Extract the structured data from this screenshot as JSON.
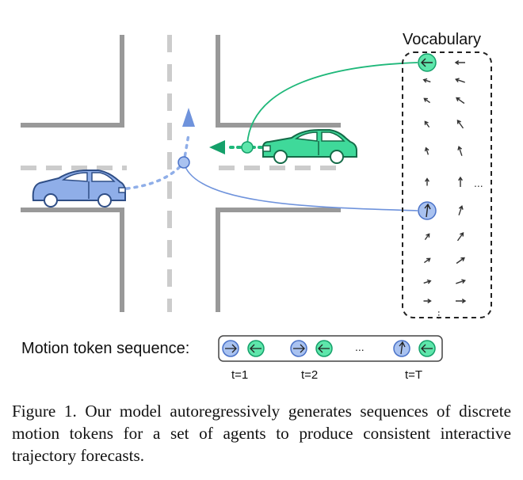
{
  "figure": {
    "vocabulary_label": "Vocabulary",
    "vocabulary_ellipsis": "...",
    "sequence_label": "Motion token sequence:",
    "sequence_ellipsis": "...",
    "time_labels": [
      "t=1",
      "t=2",
      "t=T"
    ]
  },
  "caption": "Figure 1. Our model autoregressively generates sequences of discrete motion tokens for a set of agents to produce consistent interactive trajectory forecasts.",
  "colors": {
    "road": "#999999",
    "lane_marking": "#cccccc",
    "blue_car": "#8faee8",
    "blue_stroke": "#4a72c8",
    "green_car": "#3fd99a",
    "green_stroke": "#15a06a",
    "vocab_box": "#222222",
    "arrow_glyph": "#333333"
  }
}
